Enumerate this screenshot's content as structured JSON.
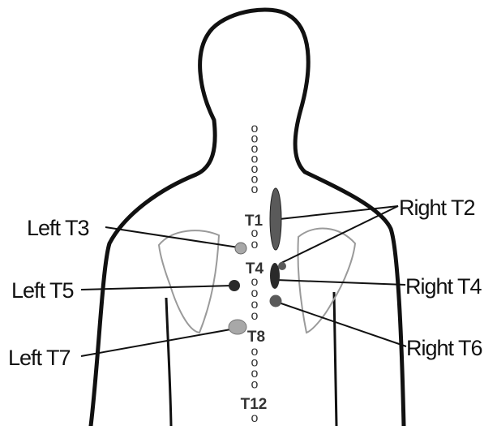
{
  "diagram": {
    "vertebra_glyph": "o",
    "vertebra_labels": {
      "t1": "T1",
      "t4": "T4",
      "t8": "T8",
      "t12": "T12"
    },
    "labels": {
      "left_t3": "Left T3",
      "left_t5": "Left T5",
      "left_t7": "Left T7",
      "right_t2": "Right T2",
      "right_t4": "Right T4",
      "right_t6": "Right T6"
    },
    "colors": {
      "outline": "#111111",
      "scapula": "#9a9a9a",
      "spine_text": "#333333",
      "point_dark": "#2a2a2a",
      "point_medium": "#5a5a5a",
      "point_light": "#a8a8a8"
    }
  }
}
